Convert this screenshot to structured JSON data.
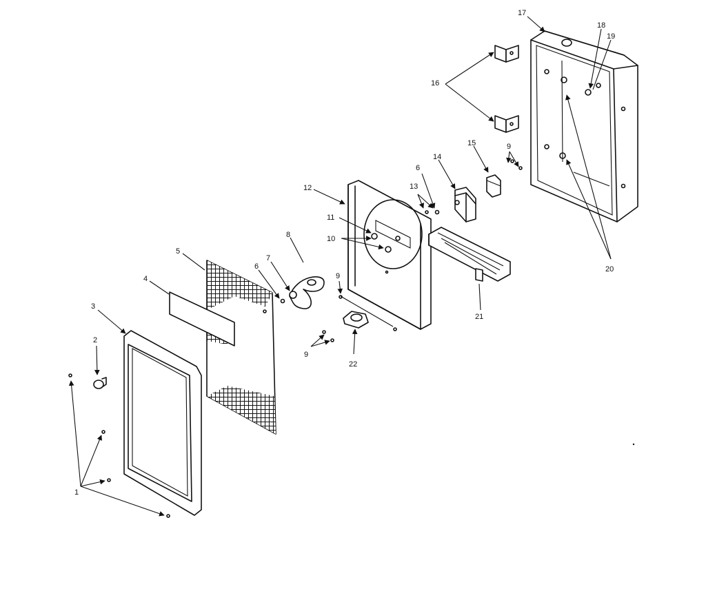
{
  "callouts": {
    "c1": "1",
    "c2": "2",
    "c3": "3",
    "c4": "4",
    "c5": "5",
    "c6a": "6",
    "c6b": "6",
    "c7": "7",
    "c8": "8",
    "c9a": "9",
    "c9b": "9",
    "c9c": "9",
    "c10": "10",
    "c11": "11",
    "c12": "12",
    "c13": "13",
    "c14": "14",
    "c15": "15",
    "c16": "16",
    "c17": "17",
    "c18": "18",
    "c19": "19",
    "c20": "20",
    "c21": "21",
    "c22": "22"
  },
  "colors": {
    "ink": "#111111",
    "paper": "#ffffff"
  }
}
